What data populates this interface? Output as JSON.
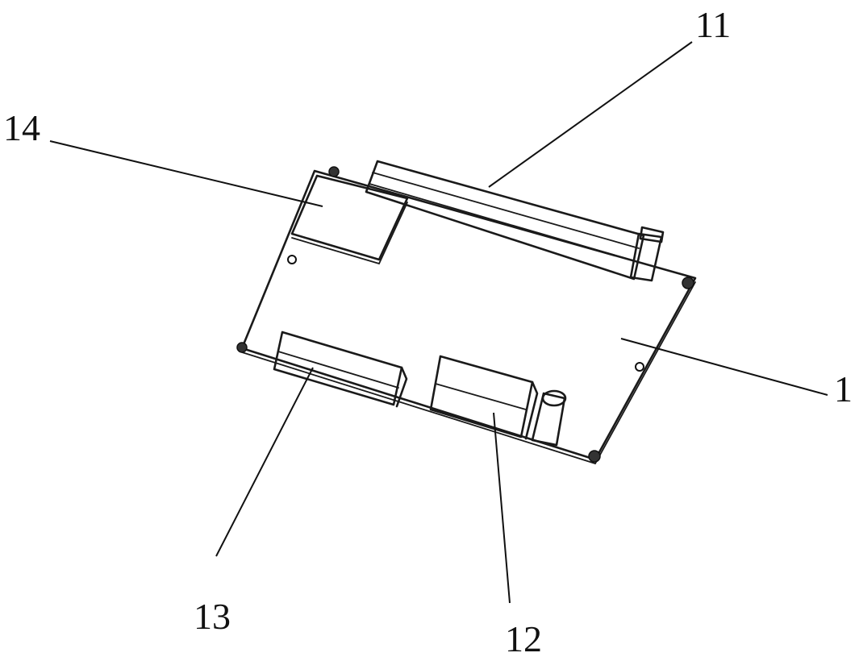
{
  "labels": {
    "board": "1",
    "top_connector": "11",
    "middle_connector": "12",
    "bottom_connector": "13",
    "module": "14"
  }
}
